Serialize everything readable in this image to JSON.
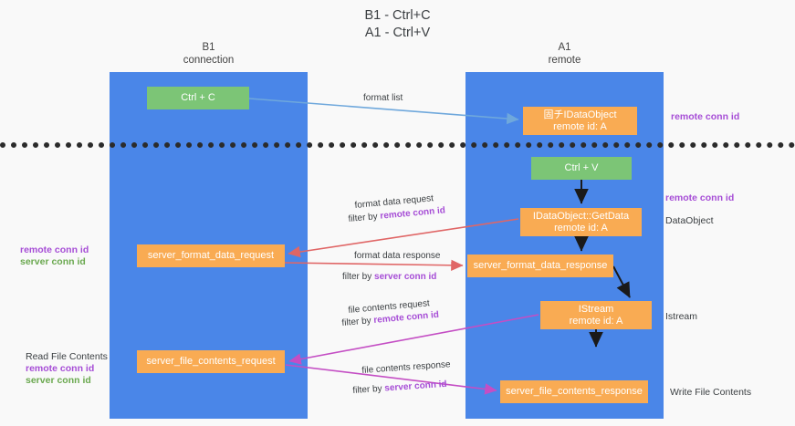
{
  "title": {
    "line1": "B1 - Ctrl+C",
    "line2": "A1 - Ctrl+V"
  },
  "lanes": [
    {
      "id": "b1",
      "name": "B1",
      "role": "connection",
      "color": "#4a86e8"
    },
    {
      "id": "a1",
      "name": "A1",
      "role": "remote",
      "color": "#4a86e8"
    }
  ],
  "nodes": {
    "ctrl_c": {
      "line1": "Ctrl + C",
      "line2": "",
      "color": "#7cc576"
    },
    "idataobject": {
      "line1": "固チIDataObject",
      "line2": "remote id: A",
      "color": "#f9ab53"
    },
    "ctrl_v": {
      "line1": "Ctrl + V",
      "line2": "",
      "color": "#7cc576"
    },
    "getdata": {
      "line1": "IDataObject::GetData",
      "line2": "remote id: A",
      "color": "#f9ab53"
    },
    "format_request": {
      "line1": "server_format_data_request",
      "line2": "",
      "color": "#f9ab53"
    },
    "format_response": {
      "line1": "server_format_data_response",
      "line2": "",
      "color": "#f9ab53"
    },
    "istream": {
      "line1": "IStream",
      "line2": "remote id: A",
      "color": "#f9ab53"
    },
    "file_request": {
      "line1": "server_file_contents_request",
      "line2": "",
      "color": "#f9ab53"
    },
    "file_response": {
      "line1": "server_file_contents_response",
      "line2": "",
      "color": "#f9ab53"
    }
  },
  "edge_labels": {
    "format_list": "format list",
    "format_data_request": "format data request",
    "format_data_request_filter_prefix": "filter by ",
    "format_data_request_filter_key": "remote conn id",
    "format_data_response": "format data response",
    "format_data_response_filter_prefix": "filter by ",
    "format_data_response_filter_key": "server conn id",
    "file_contents_request": "file contents request",
    "file_contents_request_filter_prefix": "filter by ",
    "file_contents_request_filter_key": "remote conn id",
    "file_contents_response": "file contents response",
    "file_contents_response_filter_prefix": "filter by ",
    "file_contents_response_filter_key": "server conn id"
  },
  "annotations": {
    "right_remote_conn_1": "remote conn id",
    "right_remote_conn_2": "remote conn id",
    "right_dataobject": "DataObject",
    "right_istream": "Istream",
    "right_write_file_contents": "Write File Contents",
    "left_remote_conn": "remote conn id",
    "left_server_conn": "server conn id",
    "left_read_file_contents": "Read File Contents",
    "left_remote_conn_2": "remote conn id",
    "left_server_conn_2": "server conn id"
  },
  "colors": {
    "lane": "#4a86e8",
    "node_green": "#7cc576",
    "node_orange": "#f9ab53",
    "purple": "#a64dd6",
    "green_text": "#6aa84f",
    "arrow_blue": "#6fa8dc",
    "arrow_red": "#e06666",
    "arrow_magenta": "#c44ec4",
    "arrow_black": "#1a1a1a",
    "separator": "#2b2b2b",
    "background": "#f9f9f9"
  }
}
